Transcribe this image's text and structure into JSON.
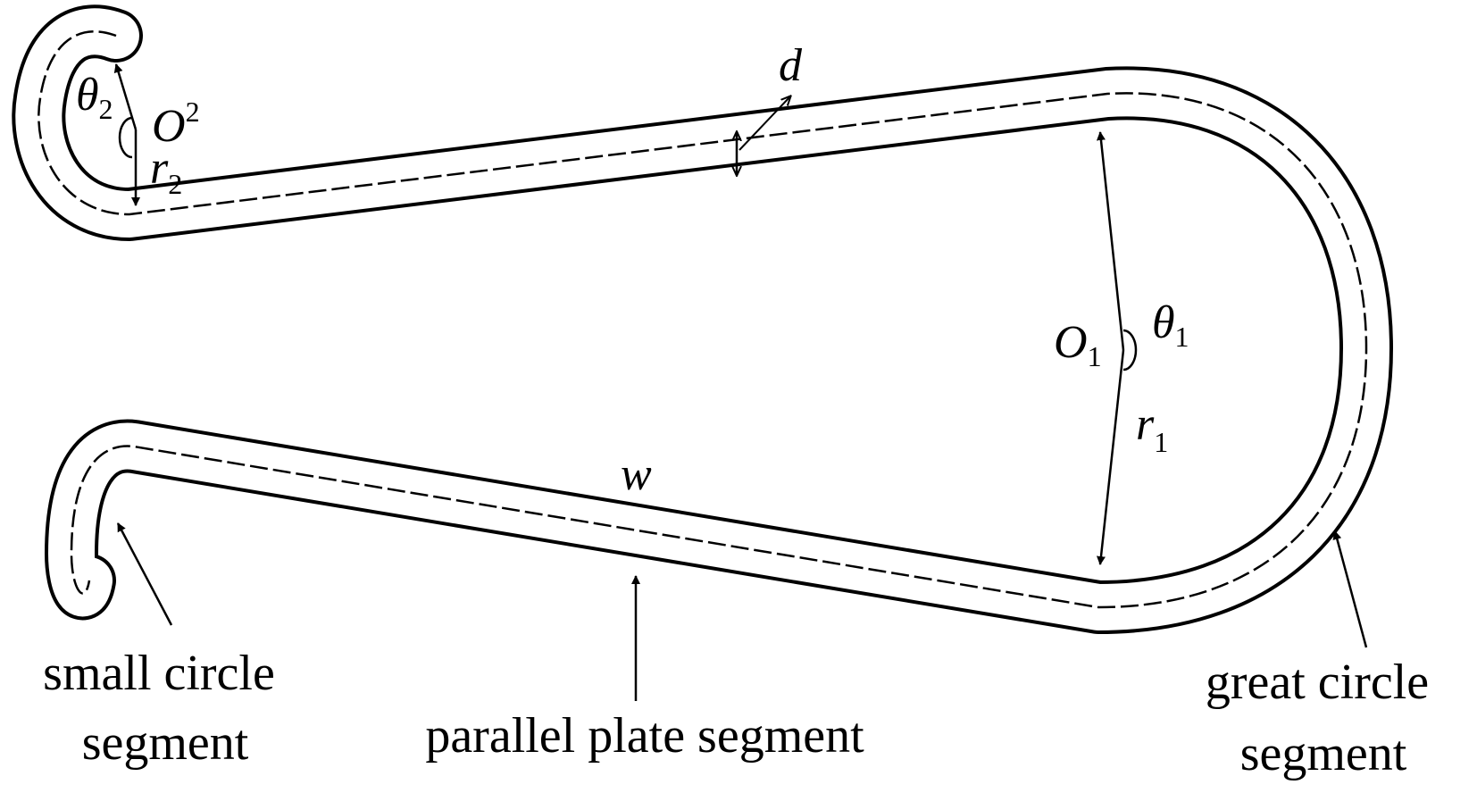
{
  "symbols": {
    "d": "d",
    "theta2": "θ",
    "theta2_sub": "2",
    "O2": "O",
    "O2_sub": "2",
    "r2": "r",
    "r2_sub": "2",
    "theta1": "θ",
    "theta1_sub": "1",
    "O1": "O",
    "O1_sub": "1",
    "r1": "r",
    "r1_sub": "1",
    "w": "w"
  },
  "labels": {
    "small_circle": [
      "small circle",
      "segment"
    ],
    "parallel_plate": "parallel plate segment",
    "great_circle": [
      "great circle",
      "segment"
    ]
  }
}
